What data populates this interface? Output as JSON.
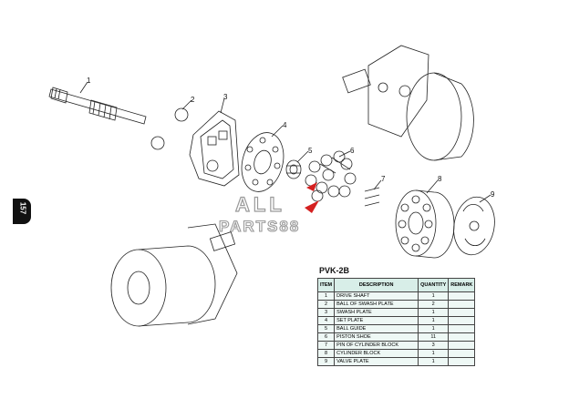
{
  "page_number": "157",
  "watermark": {
    "line1": "ALL",
    "line2": "PARTS88"
  },
  "callouts": [
    "1",
    "2",
    "3",
    "4",
    "5",
    "6",
    "7",
    "8",
    "9"
  ],
  "model": "PVK-2B",
  "table": {
    "headers": [
      "ITEM",
      "DESCRIPTION",
      "QUANTITY",
      "REMARK"
    ],
    "rows": [
      {
        "item": "1",
        "description": "DRIVE SHAFT",
        "quantity": "1",
        "remark": ""
      },
      {
        "item": "2",
        "description": "BALL OF SWASH PLATE",
        "quantity": "2",
        "remark": ""
      },
      {
        "item": "3",
        "description": "SWASH PLATE",
        "quantity": "1",
        "remark": ""
      },
      {
        "item": "4",
        "description": "SET PLATE",
        "quantity": "1",
        "remark": ""
      },
      {
        "item": "5",
        "description": "BALL GUIDE",
        "quantity": "1",
        "remark": ""
      },
      {
        "item": "6",
        "description": "PISTON SHOE",
        "quantity": "11",
        "remark": ""
      },
      {
        "item": "7",
        "description": "PIN OF CYLINDER BLOCK",
        "quantity": "3",
        "remark": ""
      },
      {
        "item": "8",
        "description": "CYLINDER BLOCK",
        "quantity": "1",
        "remark": ""
      },
      {
        "item": "9",
        "description": "VALVE PLATE",
        "quantity": "1",
        "remark": ""
      }
    ]
  },
  "colors": {
    "watermark_red": "#d42020",
    "watermark_gray": "#9a9a9a",
    "table_fill": "#eef8f5"
  }
}
